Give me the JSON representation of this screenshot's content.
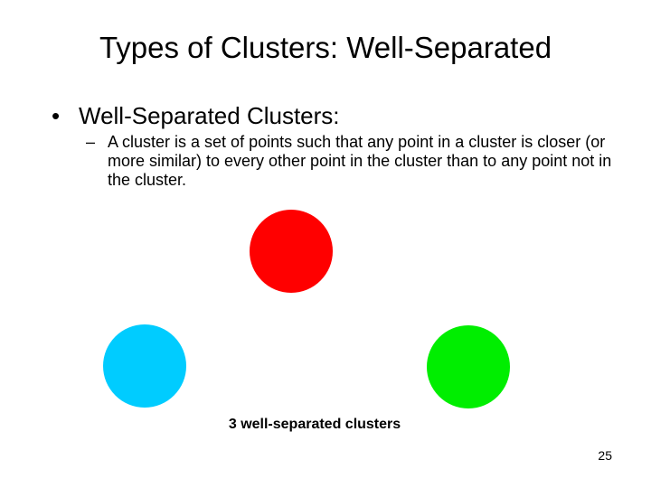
{
  "slide": {
    "title": "Types of Clusters: Well-Separated",
    "bullet": {
      "marker": "•",
      "text": "Well-Separated Clusters:"
    },
    "sub_bullet": {
      "marker": "–",
      "text": "A cluster is a set of points such that any point in a cluster is closer (or more similar) to every other point in the cluster than to any point not in the cluster."
    },
    "clusters": [
      {
        "color": "#ff0000"
      },
      {
        "color": "#00ccff"
      },
      {
        "color": "#00ee00"
      }
    ],
    "caption": "3 well-separated clusters",
    "page_number": "25"
  }
}
